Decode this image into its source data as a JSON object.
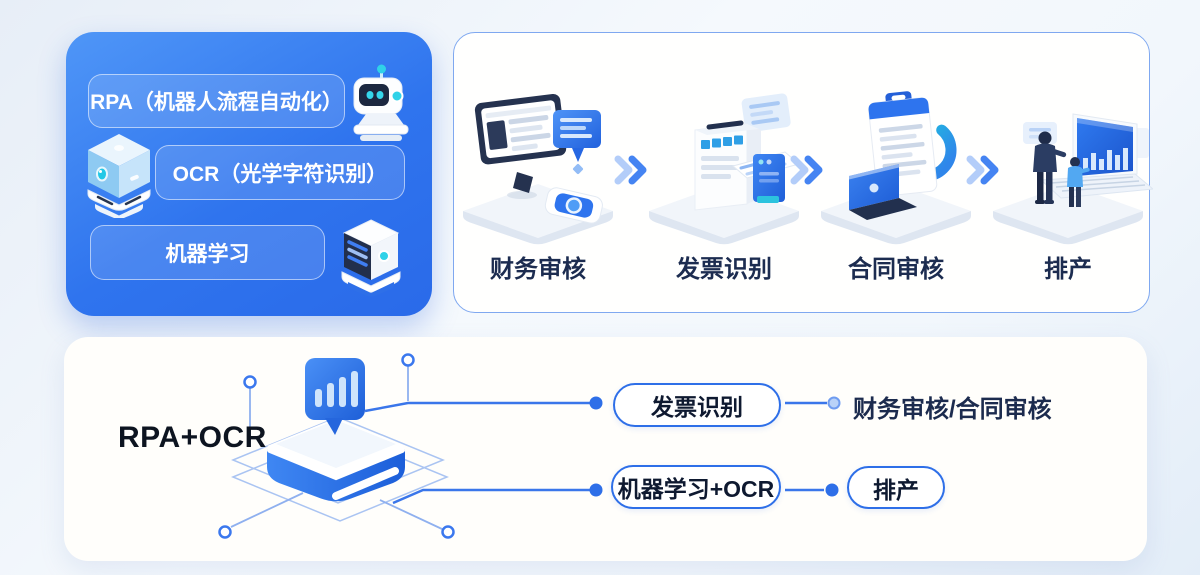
{
  "tech_panel": {
    "items": [
      {
        "label": "RPA（机器人流程自动化）"
      },
      {
        "label": "OCR（光学字符识别）"
      },
      {
        "label": "机器学习"
      }
    ]
  },
  "flow_panel": {
    "steps": [
      {
        "label": "财务审核"
      },
      {
        "label": "发票识别"
      },
      {
        "label": "合同审核"
      },
      {
        "label": "排产"
      }
    ]
  },
  "mapping_panel": {
    "title": "RPA+OCR",
    "rows": [
      {
        "source": "发票识别",
        "target": "财务审核/合同审核"
      },
      {
        "source": "机器学习+OCR",
        "target": "排产"
      }
    ]
  },
  "colors": {
    "accent": "#2e6fe8",
    "panel_blue_start": "#4f96f7",
    "panel_blue_end": "#2a6ae9",
    "flow_border": "#7fa8f0",
    "teal": "#2cd2e8"
  }
}
